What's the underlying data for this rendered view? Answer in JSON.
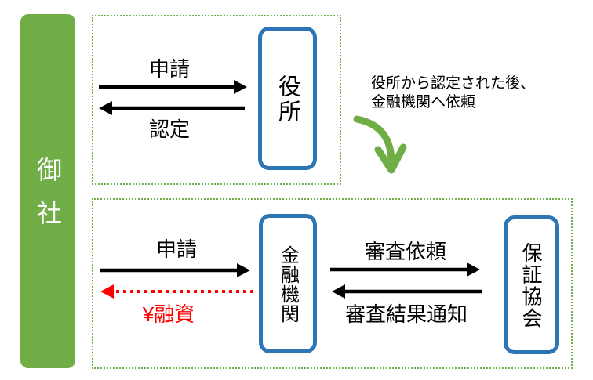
{
  "colors": {
    "green": "#70AD47",
    "blue": "#2E75B6",
    "red": "#FF0000",
    "arrow_black": "#000000"
  },
  "company": {
    "label": "御社"
  },
  "top_flow": {
    "entity_label": "役所",
    "request_label": "申請",
    "approval_label": "認定"
  },
  "annotation": {
    "line1": "役所から認定された後、",
    "line2": "金融機関へ依頼"
  },
  "bottom_flow": {
    "bank_label": "金融機関",
    "guarantee_label": "保証協会",
    "request_label": "申請",
    "loan_label": "¥融資",
    "review_request_label": "審査依頼",
    "review_result_label": "審査結果通知"
  }
}
